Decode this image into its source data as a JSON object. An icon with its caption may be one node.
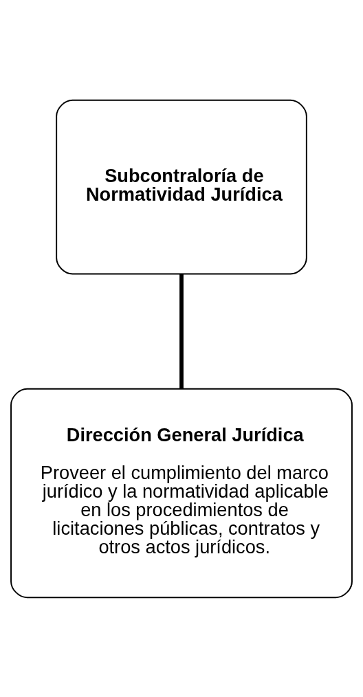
{
  "diagram": {
    "nodes": [
      {
        "text": [
          "Subcontraloría de Normatividad Jurídica"
        ]
      },
      {
        "text": [
          "Dirección General Jurídica",
          "Proveer el cumplimiento del marco jurídico y la normatividad aplicable en los procedimientos de licitaciones públicas, contratos y otros actos jurídicos."
        ]
      }
    ],
    "edges": [
      {
        "from": 0,
        "to": 1,
        "arrow": "none"
      }
    ]
  }
}
